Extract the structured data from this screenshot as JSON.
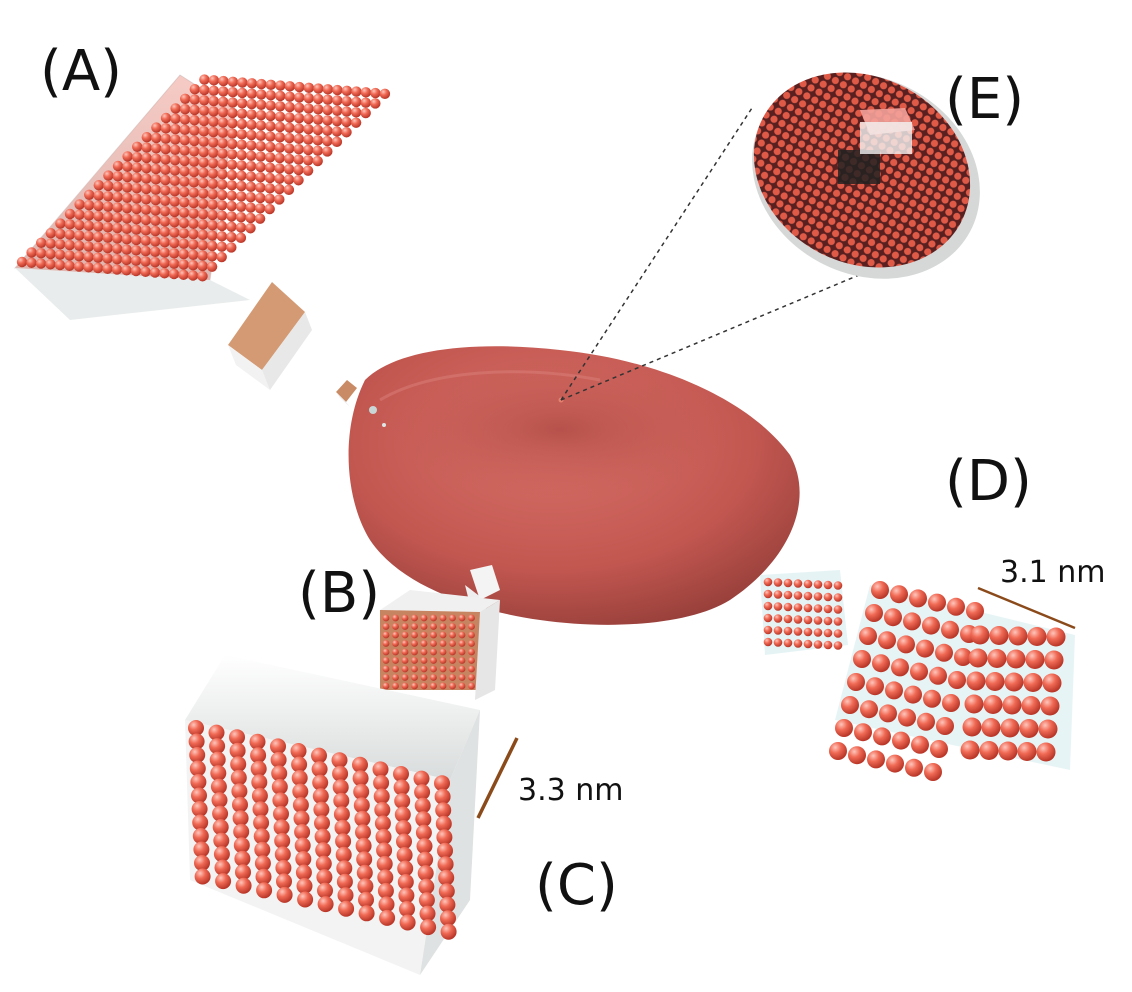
{
  "labels": {
    "A": "(A)",
    "B": "(B)",
    "C": "(C)",
    "D": "(D)",
    "E": "(E)"
  },
  "scale_bars": {
    "C": "3.3 nm",
    "D": "3.1 nm"
  },
  "colors": {
    "headgroup": "#e8624f",
    "tail": "#eaeaea",
    "cell": "#c45a54",
    "scale_bar": "#8b4a1a",
    "background": "#ffffff"
  }
}
